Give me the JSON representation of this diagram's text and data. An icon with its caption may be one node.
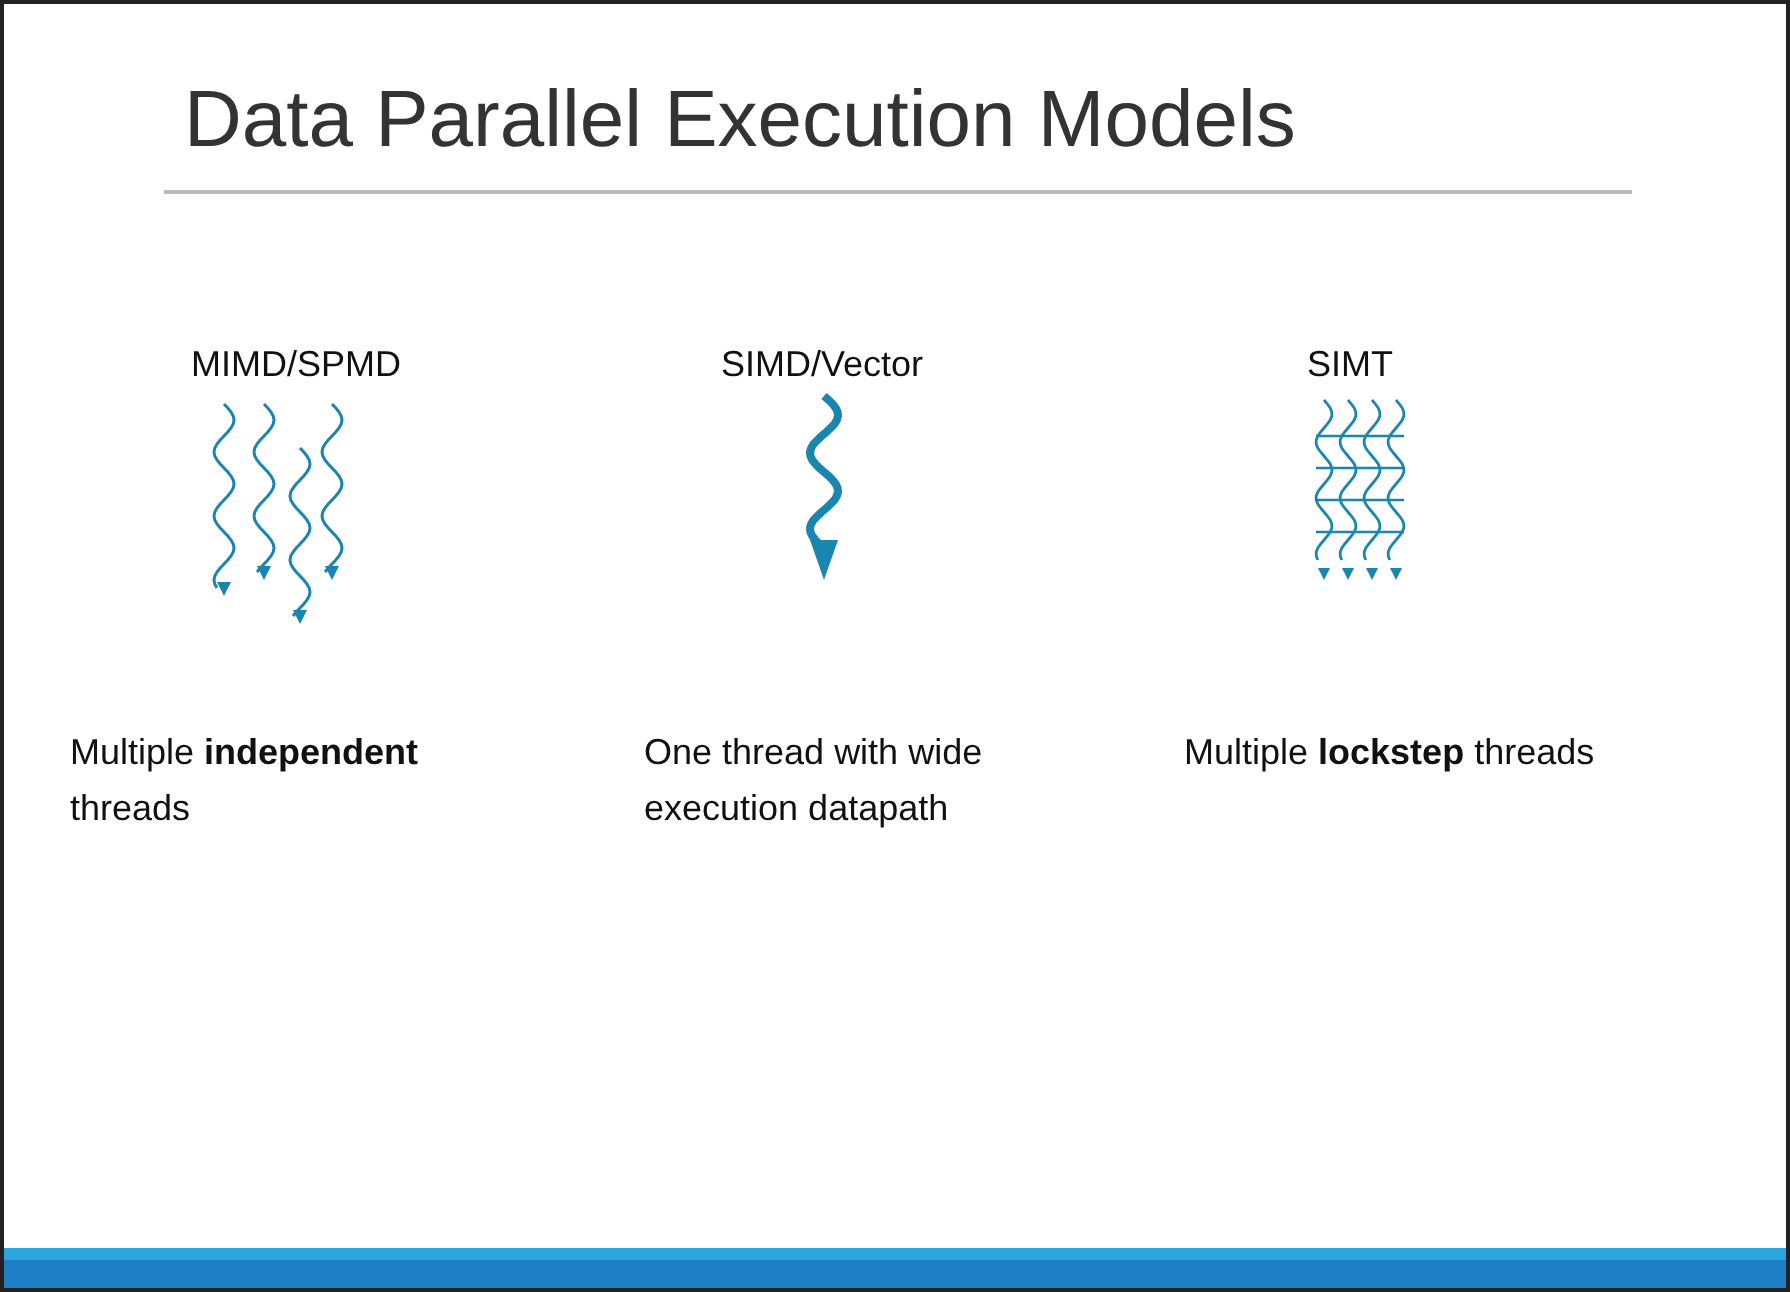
{
  "diagram": {
    "title": "Data Parallel Execution Models",
    "labels": [
      "MIMD/SPMD",
      "SIMD/Vector",
      "SIMT",
      "Multiple **independent** threads",
      "One thread with wide execution datapath",
      "Multiple **lockstep** threads"
    ]
  }
}
